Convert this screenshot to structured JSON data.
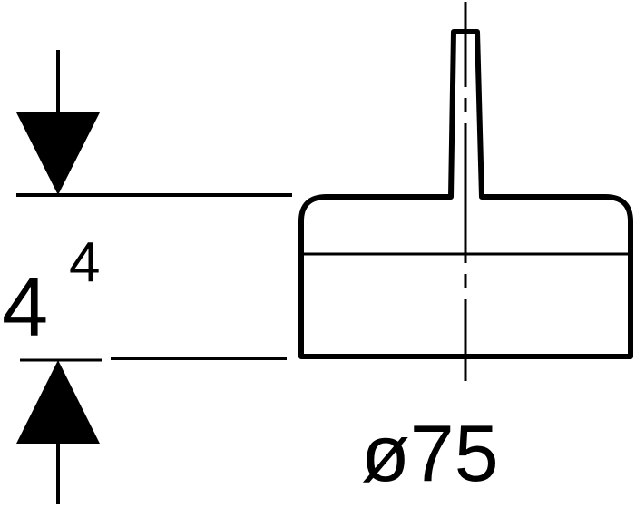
{
  "drawing": {
    "height_dimension": {
      "value": "4",
      "superscript": "4"
    },
    "diameter_dimension": {
      "label": "ø75"
    },
    "colors": {
      "line": "#000000",
      "background": "#ffffff"
    }
  }
}
